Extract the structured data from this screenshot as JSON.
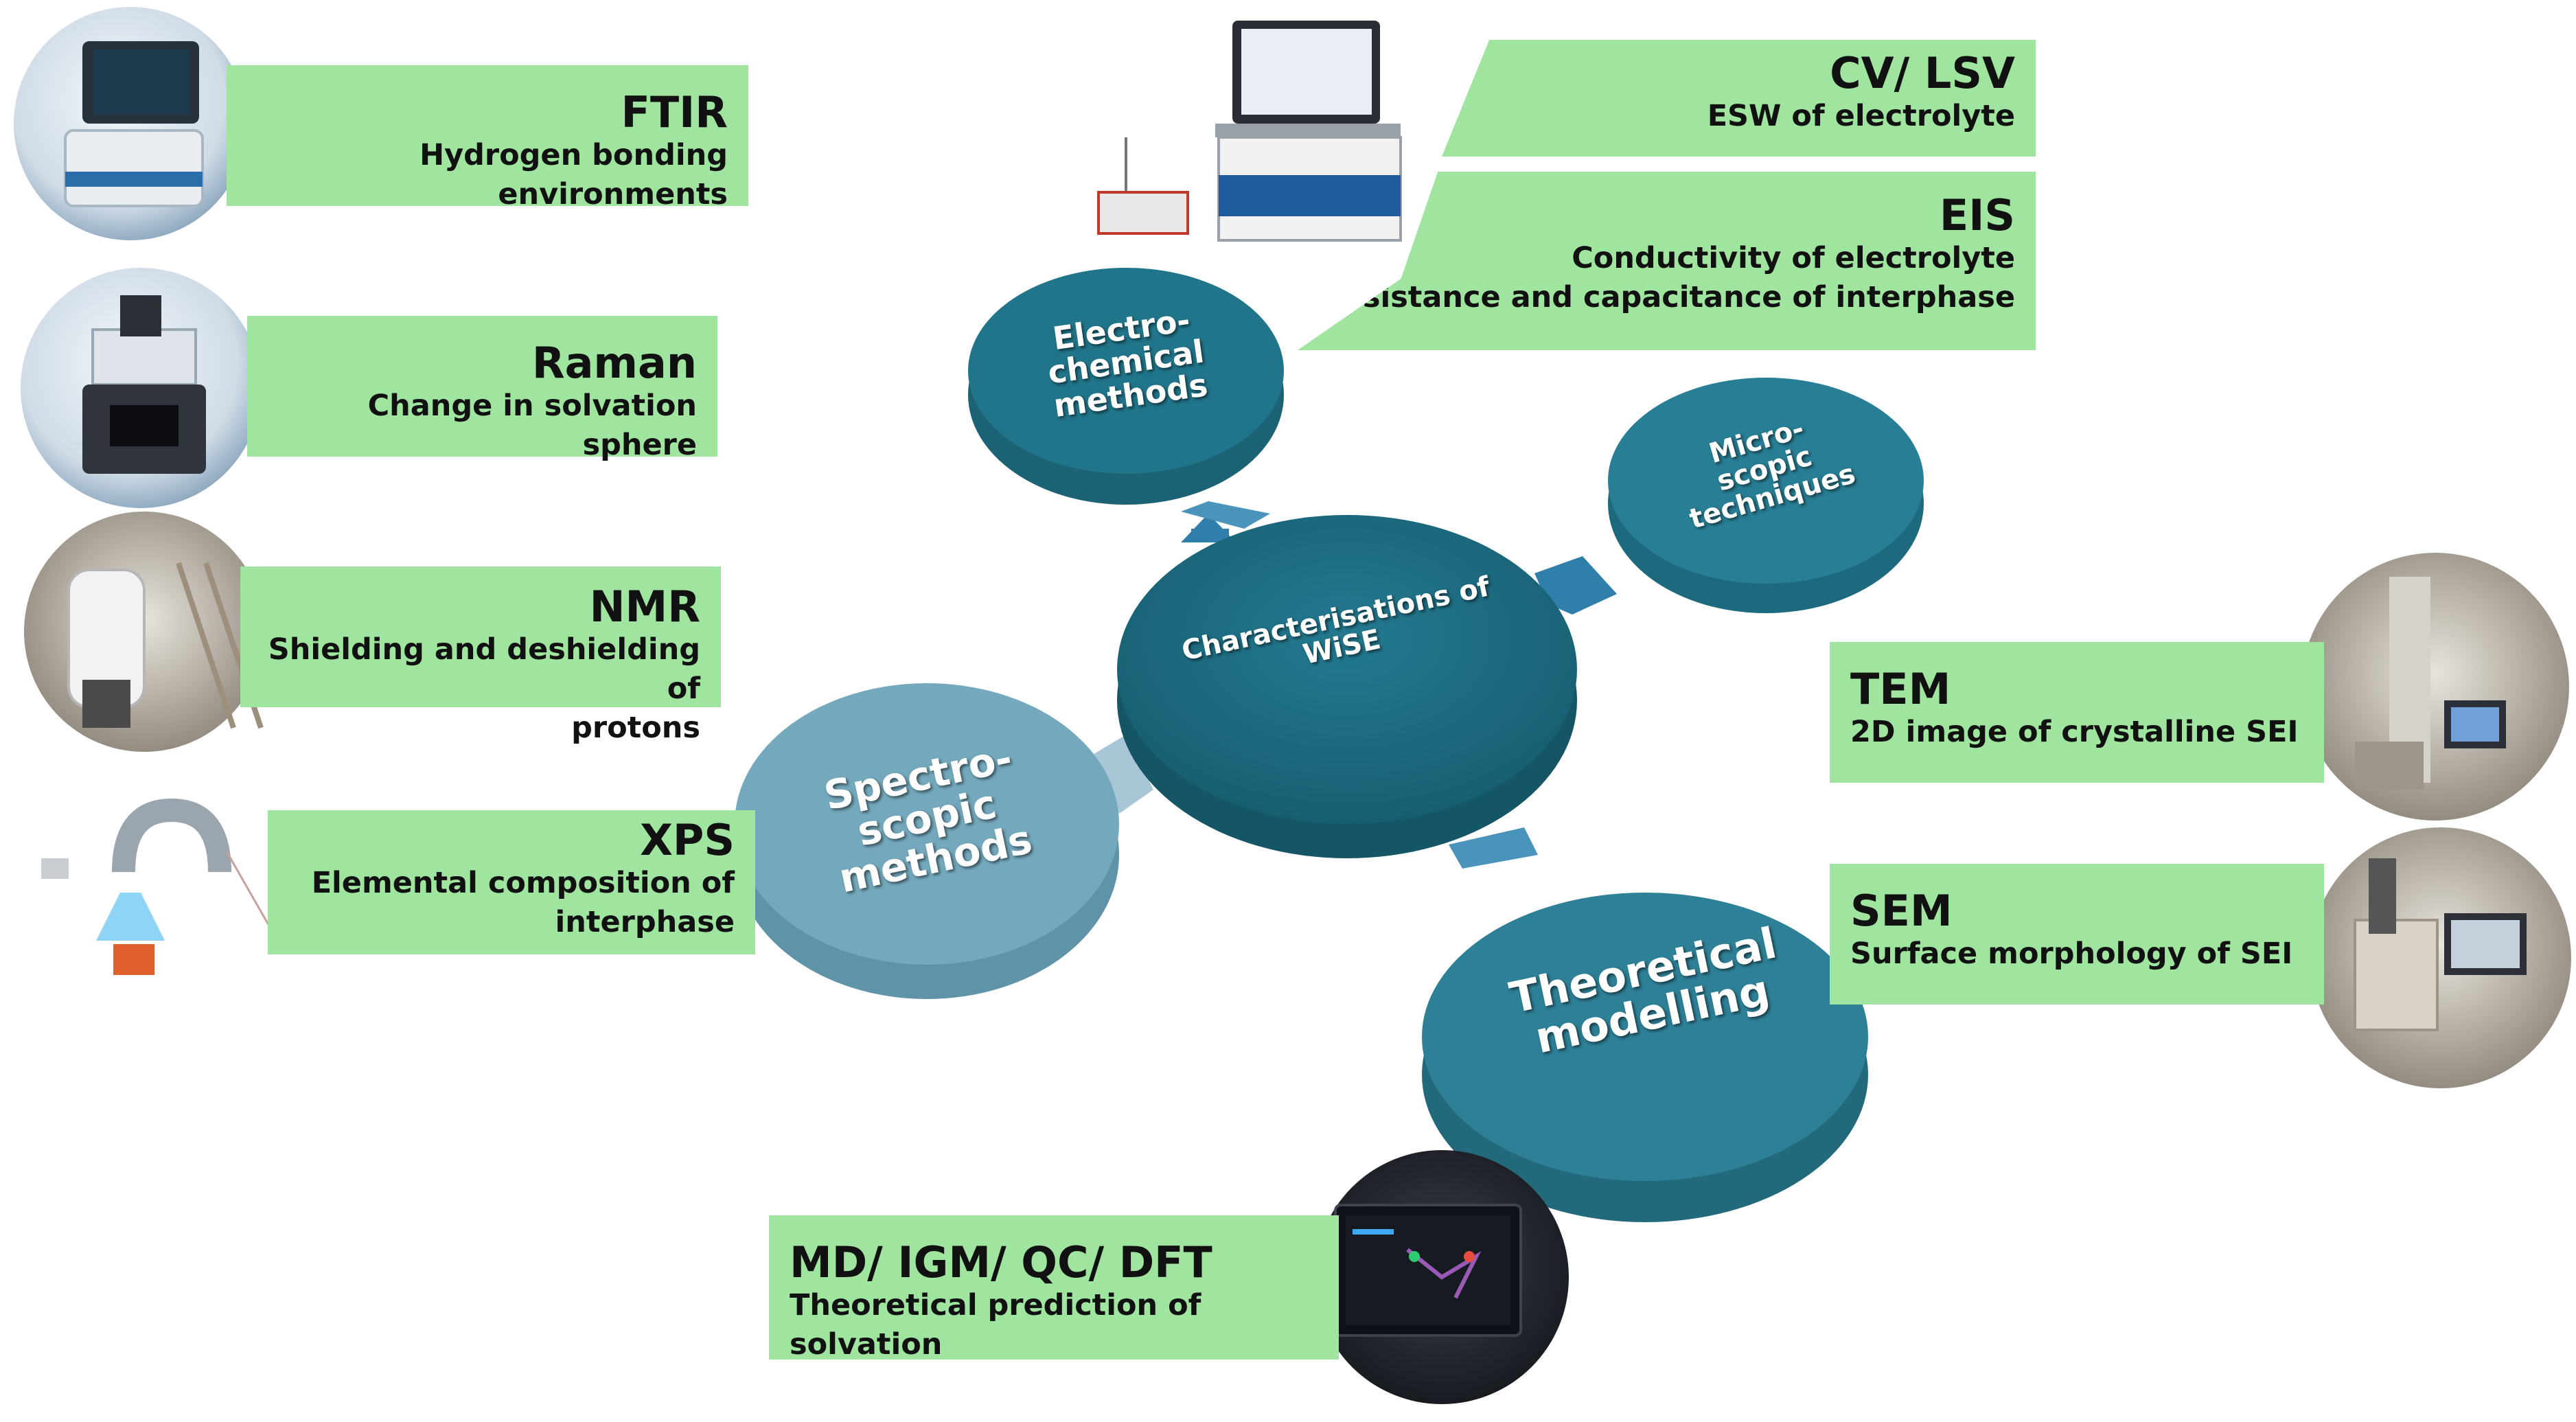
{
  "center": {
    "label": "Characterisations of WiSE"
  },
  "branches": {
    "electrochemical": "Electro- chemical methods",
    "microscopic": "Micro- scopic techniques",
    "spectroscopic": "Spectro- scopic methods",
    "theoretical": "Theoretical modelling"
  },
  "techniques": {
    "ftir": {
      "title": "FTIR",
      "desc": "Hydrogen bonding environments"
    },
    "raman": {
      "title": "Raman",
      "desc": "Change in solvation sphere"
    },
    "nmr": {
      "title": "NMR",
      "desc_line1": "Shielding and deshielding of",
      "desc_line2": "protons"
    },
    "xps": {
      "title": "XPS",
      "desc_line1": "Elemental composition of",
      "desc_line2": "interphase"
    },
    "cv_lsv": {
      "title": "CV/ LSV",
      "desc": "ESW of electrolyte"
    },
    "eis": {
      "title": "EIS",
      "desc_line1": "Conductivity of electrolyte",
      "desc_line2": "Resistance and capacitance of interphase"
    },
    "tem": {
      "title": "TEM",
      "desc": "2D image of crystalline SEI"
    },
    "sem": {
      "title": "SEM",
      "desc": "Surface morphology of SEI"
    },
    "md": {
      "title": "MD/ IGM/ QC/ DFT",
      "desc": "Theoretical prediction of solvation"
    }
  },
  "colors": {
    "panel_green": "#9fe49f",
    "disc_teal_dark": "#1a6b80",
    "disc_teal_mid": "#2a7f94",
    "disc_teal_light": "#6ea5b8",
    "arrow_blue": "#2f7faa"
  },
  "icons": [
    "ftir-instrument-photo",
    "raman-instrument-photo",
    "nmr-lab-photo",
    "xps-schematic-photo",
    "potentiostat-laptop-photo",
    "tem-microscope-photo",
    "sem-microscope-photo",
    "laptop-modelling-photo"
  ]
}
